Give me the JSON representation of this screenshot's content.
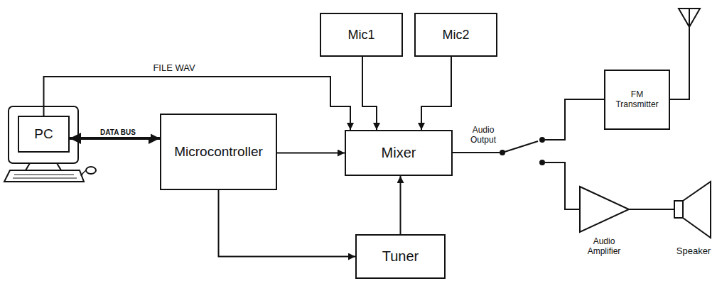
{
  "diagram": {
    "nodes": [
      {
        "text": [
          "Mic1"
        ]
      },
      {
        "text": [
          "Mic2"
        ]
      },
      {
        "text": [
          "FM Transmitter"
        ]
      },
      {
        "text": [
          "PC"
        ]
      },
      {
        "text": [
          "Microcontroller"
        ]
      },
      {
        "text": [
          "Mixer"
        ]
      },
      {
        "text": [
          "Audio Amplifier"
        ]
      },
      {
        "text": [
          "Speaker"
        ]
      },
      {
        "text": [
          "Tuner"
        ]
      }
    ],
    "edges": [
      {
        "from": 3,
        "to": 5,
        "label": "FILE WAV",
        "arrow": "to"
      },
      {
        "from": 3,
        "to": 4,
        "label": "DATA BUS",
        "arrow": "both"
      },
      {
        "from": 0,
        "to": 5,
        "arrow": "to"
      },
      {
        "from": 1,
        "to": 5,
        "arrow": "to"
      },
      {
        "from": 4,
        "to": 5,
        "arrow": "to"
      },
      {
        "from": 4,
        "to": 8,
        "arrow": "to"
      },
      {
        "from": 8,
        "to": 5,
        "arrow": "to"
      },
      {
        "from": 6,
        "to": 7,
        "arrow": "none"
      }
    ],
    "labels": [
      "Audio Output"
    ]
  }
}
